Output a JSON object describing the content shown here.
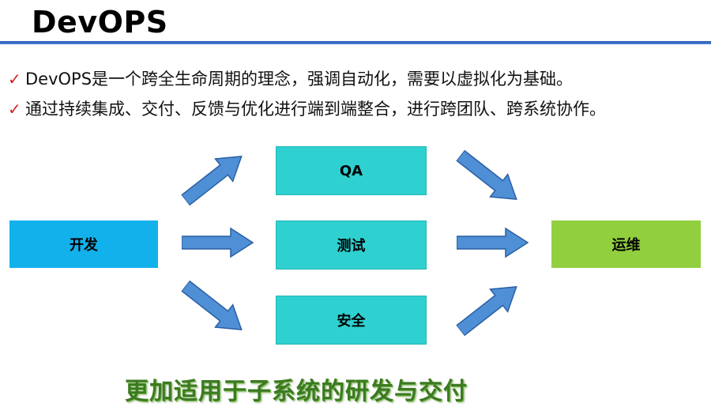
{
  "title": "DevOPS",
  "bullets": [
    "DevOPS是一个跨全生命周期的理念，强调自动化，需要以虚拟化为基础。",
    "通过持续集成、交付、反馈与优化进行端到端整合，进行跨团队、跨系统协作。"
  ],
  "diagram": {
    "source": "开发",
    "middle": [
      "QA",
      "测试",
      "安全"
    ],
    "target": "运维"
  },
  "slogan": "更加适用于子系统的研发与交付",
  "colors": {
    "title_rule": "#2d5bb6",
    "check": "#d42020",
    "source_box": "#12b1ec",
    "middle_box": "#2fd0d0",
    "target_box": "#92cf3f",
    "arrow": "#4f8fd6",
    "slogan": "#3c7a22"
  }
}
